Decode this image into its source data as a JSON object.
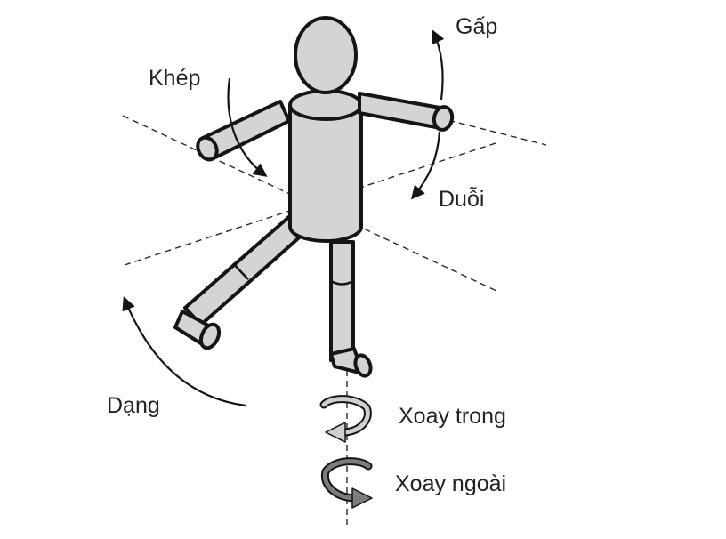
{
  "labels": {
    "flexion": "Gấp",
    "adduction": "Khép",
    "extension": "Duỗi",
    "abduction": "Dạng",
    "internal_rotation": "Xoay trong",
    "external_rotation": "Xoay ngoài"
  },
  "colors": {
    "body_fill": "#d4d4d4",
    "outline": "#151515",
    "internal_rotation_arrow": "#cfcfcf",
    "external_rotation_arrow": "#7d7d7d"
  },
  "icons": {
    "internal_rotation": "circular-arrow-light-icon",
    "external_rotation": "circular-arrow-dark-icon"
  }
}
